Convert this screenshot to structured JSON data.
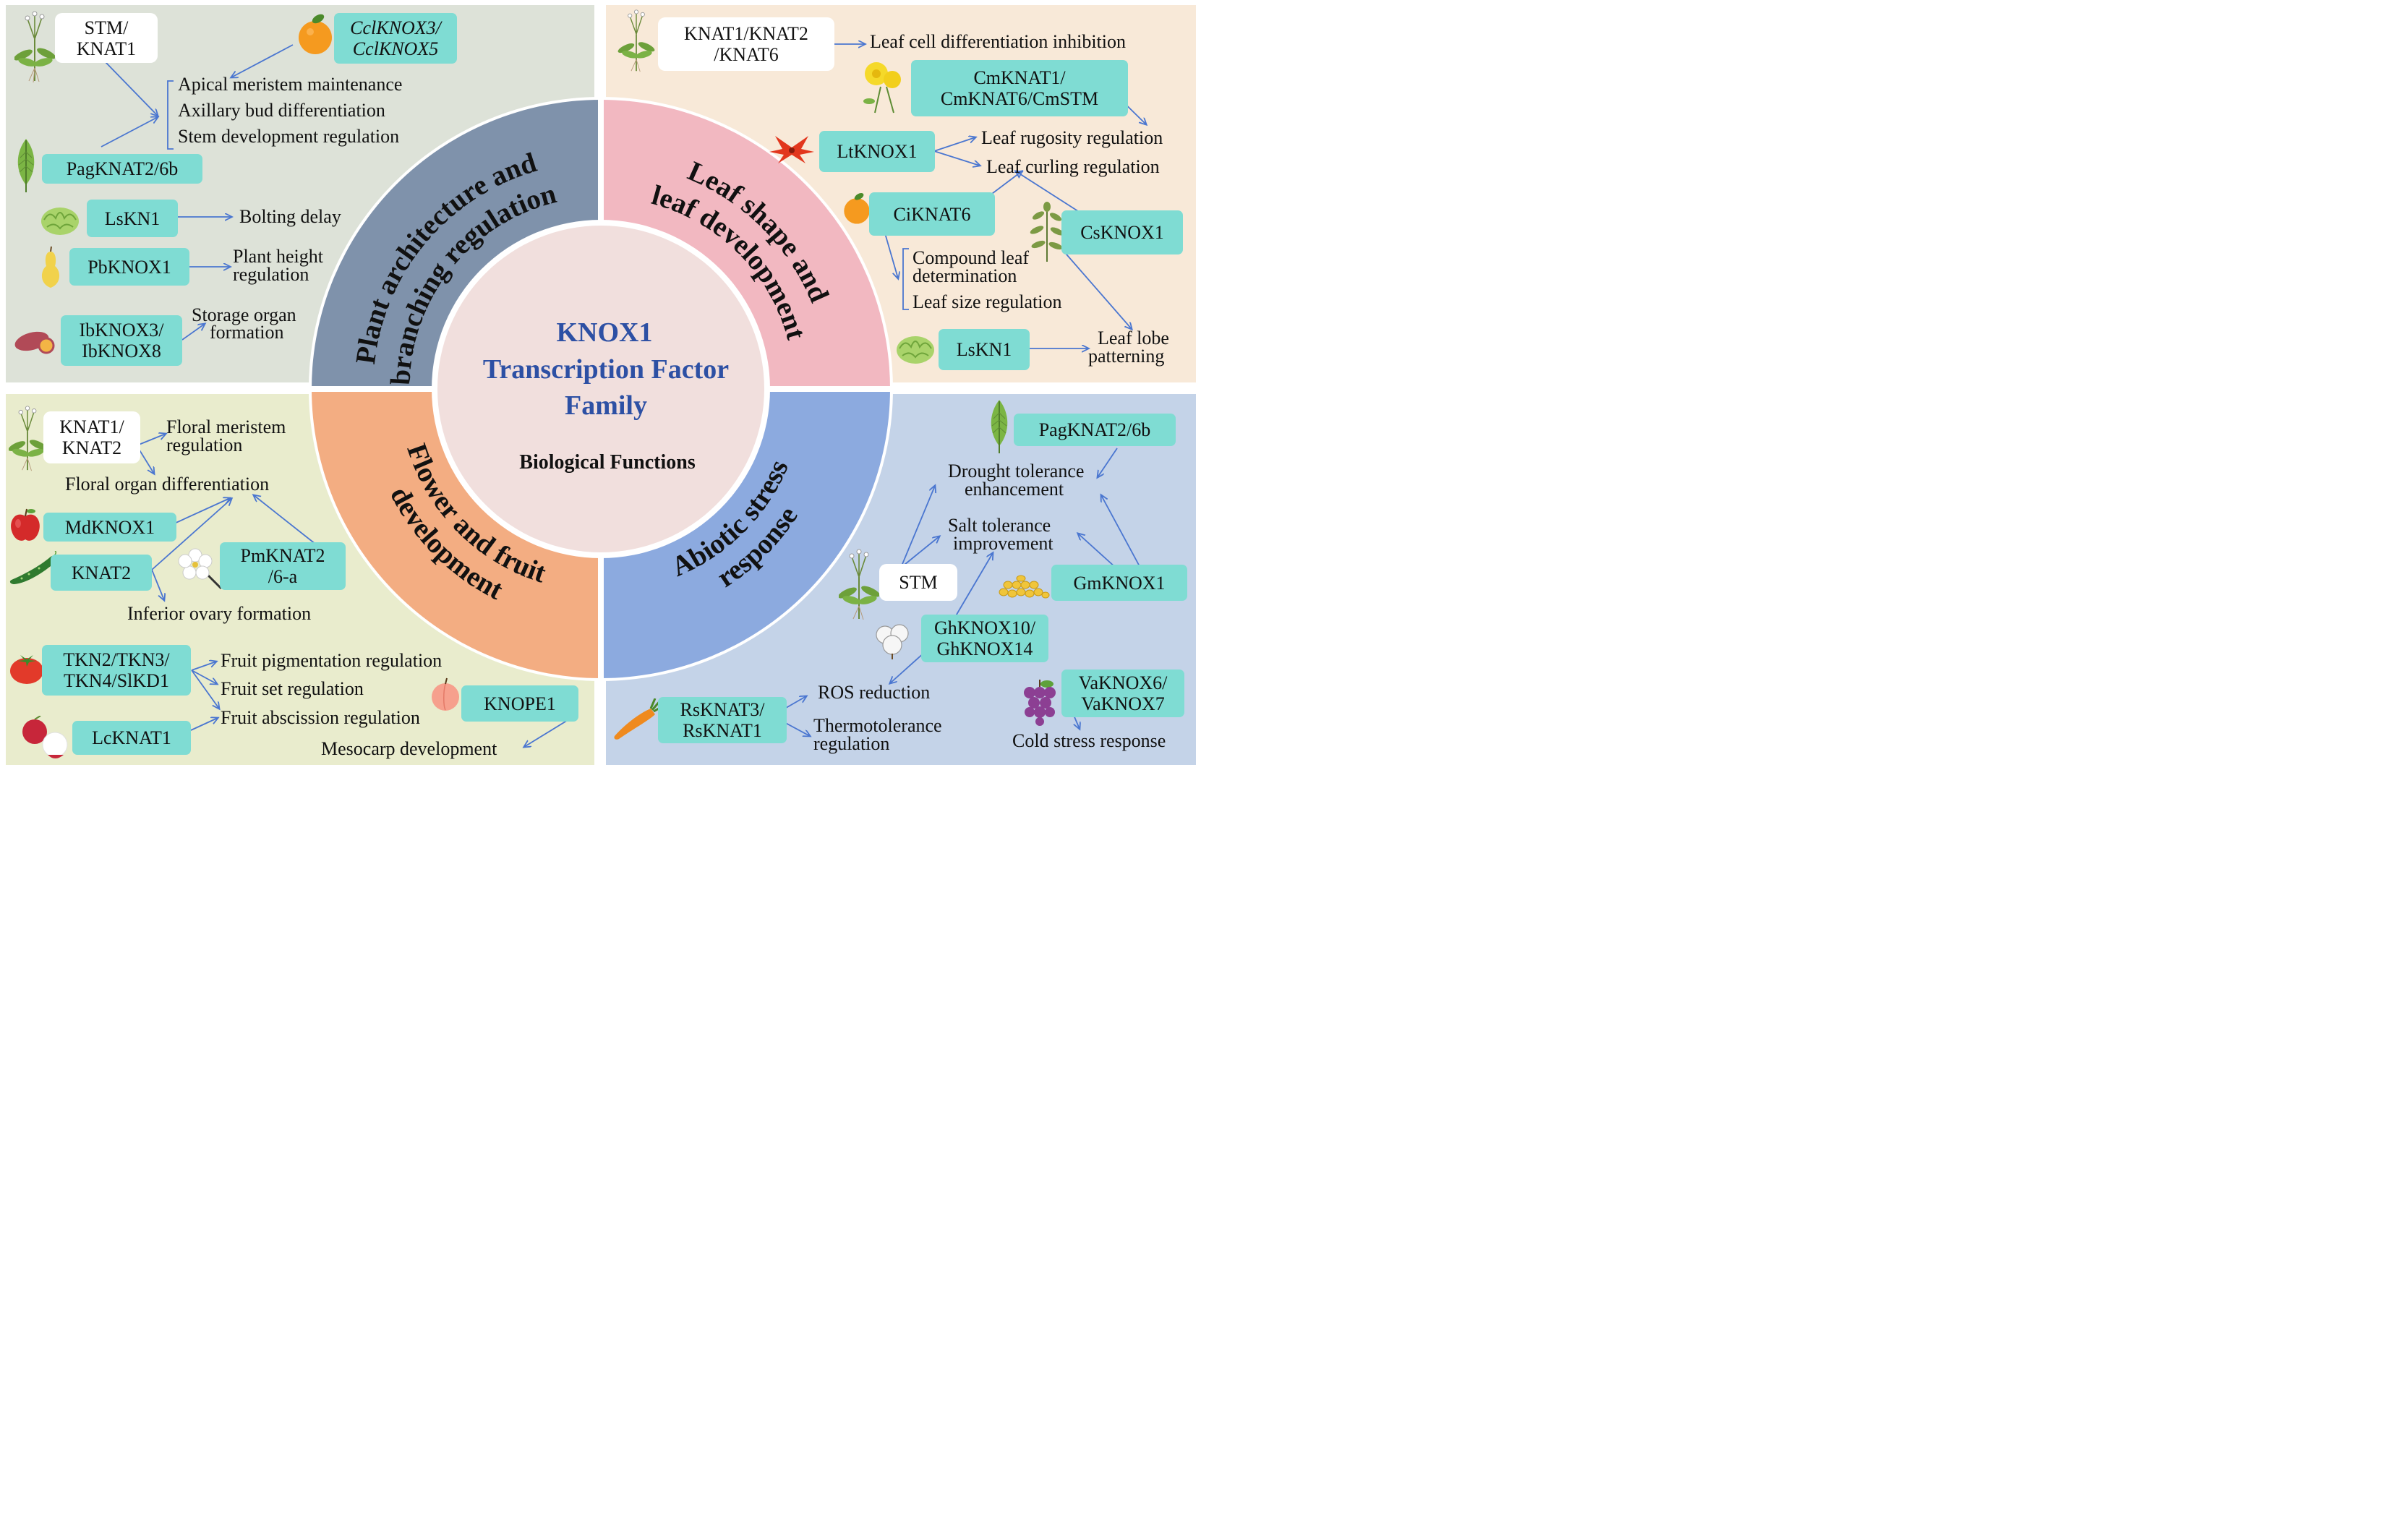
{
  "center": {
    "title_lines": [
      "KNOX1",
      "Transcription Factor",
      "Family"
    ],
    "subtitle": "Biological Functions"
  },
  "ring": {
    "top_left_lines": [
      "Plant architecture and",
      "branching regulation"
    ],
    "top_right_lines": [
      "Leaf shape and",
      "leaf development"
    ],
    "bottom_left_lines": [
      "Flower and fruit",
      "development"
    ],
    "bottom_right_lines": [
      "Abiotic stress",
      "response"
    ]
  },
  "colors": {
    "panel_top_left": "#dde2d8",
    "panel_top_right": "#f8e9d8",
    "panel_bottom_left": "#e9eccd",
    "panel_bottom_right": "#c4d3e8",
    "ring_top_left": "#7f92ab",
    "ring_top_right": "#f2b8c1",
    "ring_bottom_left": "#f3ad82",
    "ring_bottom_right": "#8caadf",
    "center_fill": "#f1dfdd",
    "gene_box": "#7fdcd3",
    "arrow": "#4a76d0",
    "center_title": "#2d50a4"
  },
  "panels": {
    "architecture": {
      "genes": {
        "stm_knat1": [
          "STM/",
          "KNAT1"
        ],
        "cclknox": [
          "CclKNOX3/",
          "CclKNOX5"
        ],
        "pagknat": "PagKNAT2/6b",
        "lskn1": "LsKN1",
        "pbknox1": "PbKNOX1",
        "ibknox": [
          "IbKNOX3/",
          "IbKNOX8"
        ]
      },
      "functions": {
        "apical": "Apical meristem maintenance",
        "axillary": "Axillary bud differentiation",
        "stem": "Stem development regulation",
        "bolting": "Bolting delay",
        "height": [
          "Plant height",
          "regulation"
        ],
        "storage": [
          "Storage organ",
          "formation"
        ]
      }
    },
    "leaf": {
      "genes": {
        "knat_126": [
          "KNAT1/KNAT2",
          "/KNAT6"
        ],
        "cmknat": [
          "CmKNAT1/",
          "CmKNAT6/CmSTM"
        ],
        "ltknox1": "LtKNOX1",
        "ciknat6": "CiKNAT6",
        "csknox1": "CsKNOX1",
        "lskn1": "LsKN1"
      },
      "functions": {
        "differentiation_inhibition": "Leaf cell differentiation inhibition",
        "rugosity": "Leaf rugosity regulation",
        "curling": "Leaf curling regulation",
        "compound": [
          "Compound leaf",
          "determination"
        ],
        "size": "Leaf size regulation",
        "lobe": [
          "Leaf lobe",
          "patterning"
        ]
      }
    },
    "flower": {
      "genes": {
        "knat1_knat2": [
          "KNAT1/",
          "KNAT2"
        ],
        "mdknox1": "MdKNOX1",
        "knat2": "KNAT2",
        "pmknat": [
          "PmKNAT2",
          "/6-a"
        ],
        "tkn": [
          "TKN2/TKN3/",
          "TKN4/SlKD1"
        ],
        "lcknat1": "LcKNAT1",
        "knope1": "KNOPE1"
      },
      "functions": {
        "floral_meristem": [
          "Floral meristem",
          "regulation"
        ],
        "floral_organ": "Floral organ differentiation",
        "ovary": "Inferior ovary formation",
        "pigmentation": "Fruit pigmentation regulation",
        "fruit_set": "Fruit set regulation",
        "abscission": "Fruit abscission regulation",
        "mesocarp": "Mesocarp development"
      }
    },
    "stress": {
      "genes": {
        "pagknat": "PagKNAT2/6b",
        "stm": "STM",
        "gmknox1": "GmKNOX1",
        "ghknox": [
          "GhKNOX10/",
          "GhKNOX14"
        ],
        "rsknat": [
          "RsKNAT3/",
          "RsKNAT1"
        ],
        "vaknox": [
          "VaKNOX6/",
          "VaKNOX7"
        ]
      },
      "functions": {
        "drought": [
          "Drought tolerance",
          "enhancement"
        ],
        "salt": [
          "Salt tolerance",
          "improvement"
        ],
        "ros": "ROS reduction",
        "thermo": [
          "Thermotolerance",
          "regulation"
        ],
        "cold": "Cold stress response"
      }
    }
  },
  "icons": {
    "arabidopsis": "arabidopsis-plant-icon",
    "orange": "orange-fruit-icon",
    "poplar_leaf": "poplar-leaf-icon",
    "lettuce": "lettuce-icon",
    "pear": "pear-icon",
    "sweet_potato": "sweet-potato-icon",
    "chrysanthemum": "chrysanthemum-icon",
    "lily": "lily-flower-icon",
    "cardamine": "cardamine-branch-icon",
    "apple": "apple-icon",
    "cucumber": "cucumber-icon",
    "mume_flower": "mume-flower-icon",
    "tomato": "tomato-icon",
    "lychee": "lychee-icon",
    "peach": "peach-icon",
    "soybean": "soybean-icon",
    "cotton": "cotton-boll-icon",
    "radish": "radish-icon",
    "grape": "grape-icon"
  }
}
